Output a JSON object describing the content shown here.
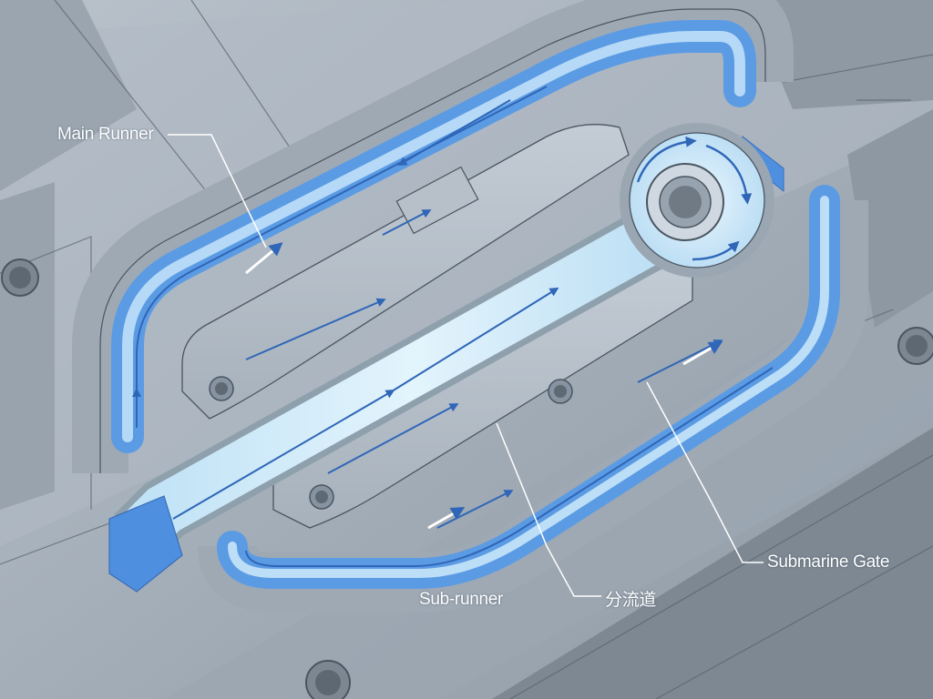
{
  "labels": {
    "main_runner": "Main Runner",
    "submarine_gate": "Submarine Gate",
    "sub_runner": "Sub-runner",
    "sub_runner_cn": "分流道"
  },
  "colors": {
    "mold_steel": "#a9b3bd",
    "mold_dark": "#7f8a95",
    "runner_blue": "#4e8fe0",
    "runner_light": "#cde9f8",
    "flow_arrow": "#2f66b8",
    "outline": "#4a5561",
    "label_text": "#ffffff"
  },
  "icons": [
    "flow-arrow-icon",
    "pin-hole-icon",
    "sprue-hole-icon"
  ]
}
